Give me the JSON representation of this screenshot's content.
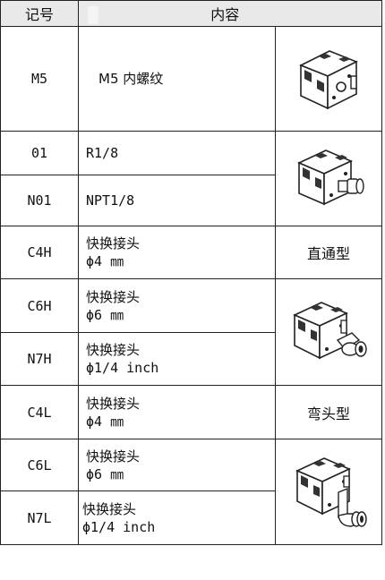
{
  "header": {
    "col_code": "记号",
    "col_content": "内容"
  },
  "rows": [
    {
      "code": "M5",
      "line1": "M5 内螺纹",
      "line2": ""
    },
    {
      "code": "01",
      "line1": "R1/8",
      "line2": ""
    },
    {
      "code": "N01",
      "line1": "NPT1/8",
      "line2": ""
    },
    {
      "code": "C4H",
      "line1": "快换接头",
      "line2": "ϕ4 ㎜"
    },
    {
      "code": "C6H",
      "line1": "快换接头",
      "line2": "ϕ6 ㎜"
    },
    {
      "code": "N7H",
      "line1": "快换接头",
      "line2": "ϕ1/4 inch"
    },
    {
      "code": "C4L",
      "line1": "快换接头",
      "line2": "ϕ4 ㎜"
    },
    {
      "code": "C6L",
      "line1": "快换接头",
      "line2": "ϕ6 ㎜"
    },
    {
      "code": "N7L",
      "line1": "快换接头",
      "line2": "ϕ1/4 inch"
    }
  ],
  "group_labels": {
    "straight": "直通型",
    "elbow": "弯头型"
  },
  "images": {
    "m5": "cube-port-block-icon",
    "threaded": "cube-threaded-fitting-icon",
    "straight": "cube-straight-fitting-icon",
    "elbow": "cube-elbow-fitting-icon"
  }
}
